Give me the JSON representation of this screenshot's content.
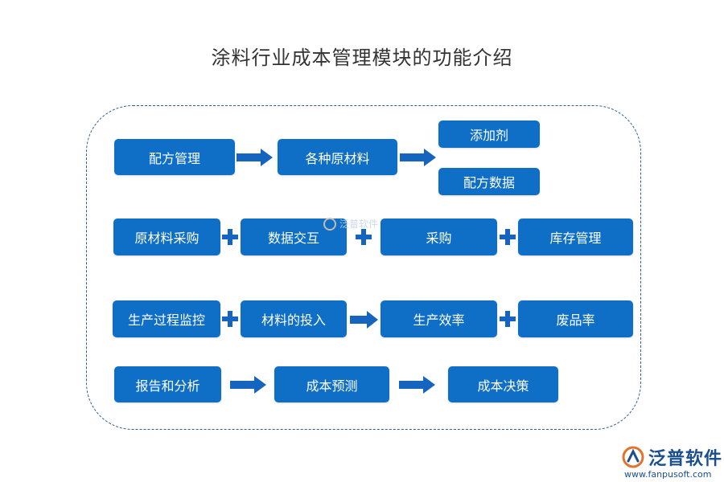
{
  "title": "涂料行业成本管理模块的功能介绍",
  "nodes": {
    "peifang_guanli": "配方管理",
    "gezhong_yuancailiao": "各种原材料",
    "tianjiaji": "添加剂",
    "peifang_shuju": "配方数据",
    "yuancailiao_caigou": "原材料采购",
    "shuju_jiaohu": "数据交互",
    "caigou": "采购",
    "kucun_guanli": "库存管理",
    "shengchan_guocheng_jiankong": "生产过程监控",
    "cailiao_de_touru": "材料的投入",
    "shengchan_xiaolv": "生产效率",
    "feipinlv": "废品率",
    "baogao_he_fenxi": "报告和分析",
    "chengben_yuce": "成本预测",
    "chengben_juece": "成本决策"
  },
  "watermark": "泛普软件",
  "logo": {
    "name": "泛普软件",
    "url": "www.fanpusoft.com"
  },
  "colors": {
    "box": "#0f6fc6",
    "connector": "#1565c0",
    "frame": "#2a5d9a"
  }
}
